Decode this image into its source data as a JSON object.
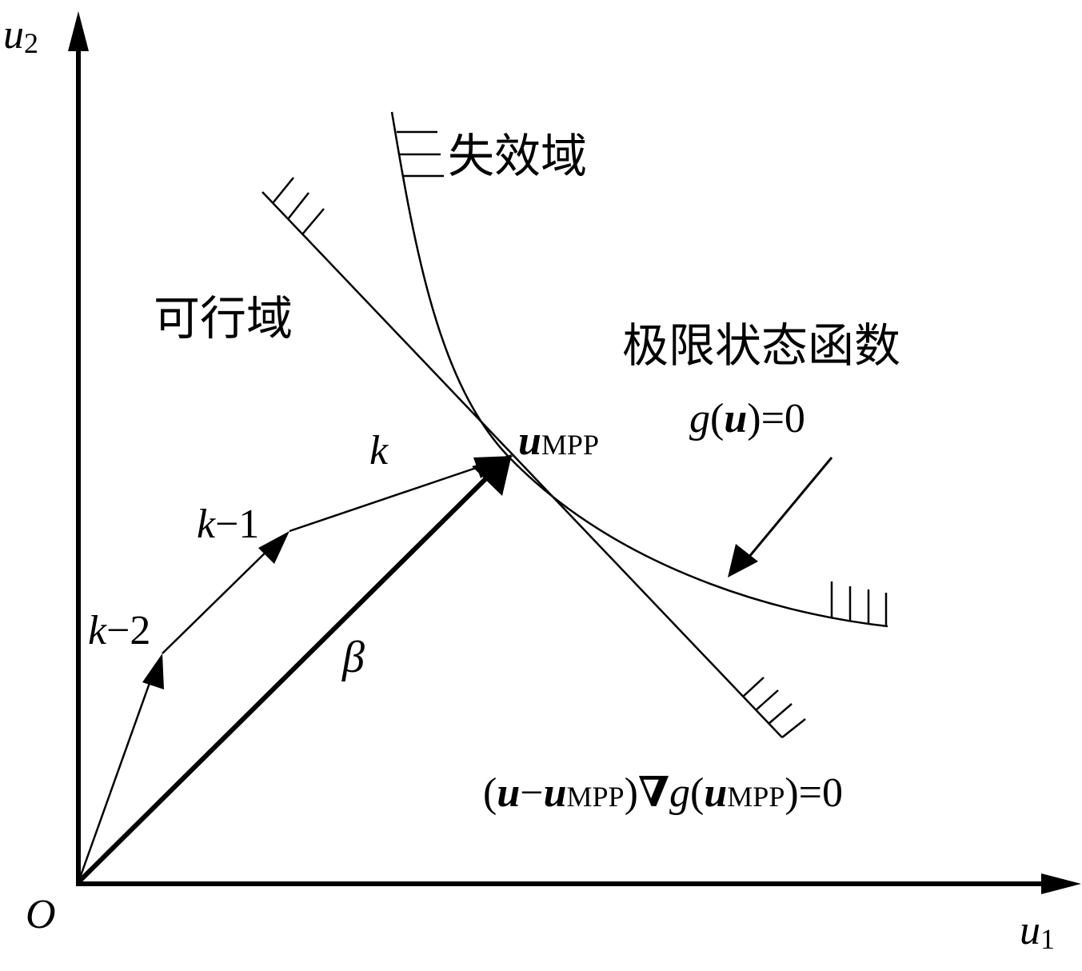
{
  "axes": {
    "u2_main": "u",
    "u2_sub": "2",
    "u1_main": "u",
    "u1_sub": "1",
    "origin": "O"
  },
  "regions": {
    "failure": "失效域",
    "feasible": "可行域"
  },
  "limit_state": {
    "title": "极限状态函数",
    "eq_g": "g",
    "eq_open": "(",
    "eq_u": "u",
    "eq_close": ")=0"
  },
  "mpp": {
    "main": "u",
    "sub": "MPP"
  },
  "steps": {
    "k": "k",
    "k1_k": "k",
    "k1_rest": "−1",
    "k2_k": "k",
    "k2_rest": "−2"
  },
  "beta": "β",
  "tangent_eq": {
    "open": "(",
    "u1": "u",
    "minus": "−",
    "u2": "u",
    "sub1": "MPP",
    "close1": ")",
    "nabla": "∇",
    "g": "g",
    "open2": "(",
    "u3": "u",
    "sub2": "MPP",
    "close2": ")=0"
  }
}
